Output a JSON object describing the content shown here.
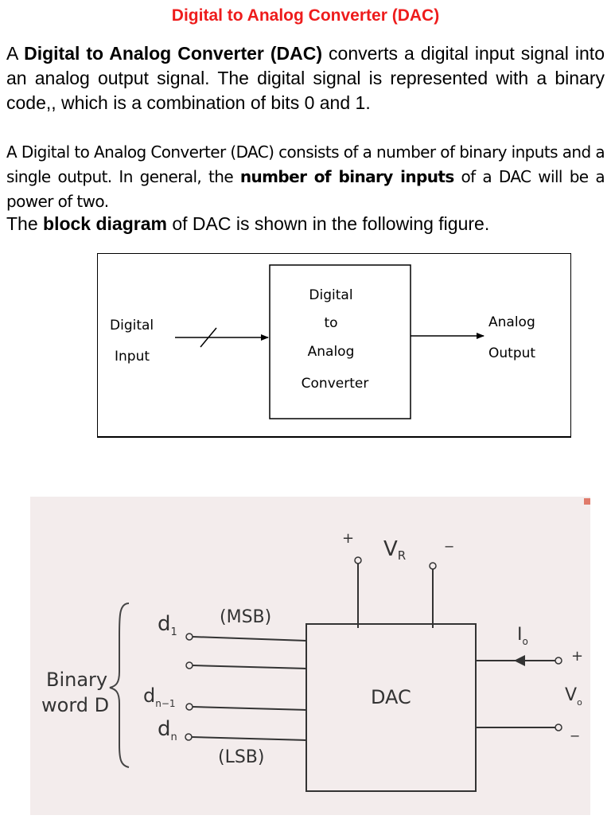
{
  "title": "Digital to Analog Converter (DAC)",
  "para1": {
    "t1": "A ",
    "b1": "Digital to Analog Converter (DAC)",
    "t2": " converts a digital input signal into an analog output signal. The digital signal is represented with a binary code,, which is a combination of bits 0 and 1."
  },
  "para2": {
    "t1": "A Digital to Analog Converter (DAC) consists of a number of binary inputs and a single output. In general, the ",
    "b1": "number of binary inputs",
    "t2": " of a DAC will be a power of  two."
  },
  "para3": {
    "t1": "The ",
    "b1": "block diagram",
    "t2": " of DAC is shown in the following figure."
  },
  "block_diagram": {
    "input_line1": "Digital",
    "input_line2": "Input",
    "box_line1": "Digital",
    "box_line2": "to",
    "box_line3": "Analog",
    "box_line4": "Converter",
    "output_line1": "Analog",
    "output_line2": "Output"
  },
  "dac_diagram": {
    "plus_ref": "+",
    "vref": "V",
    "vref_sub": "R",
    "minus_ref": "−",
    "binary_line1": "Binary",
    "binary_line2": "word D",
    "d1": "d",
    "d1_sub": "1",
    "dn1": "d",
    "dn1_sub": "n−1",
    "dn": "d",
    "dn_sub": "n",
    "msb": "(MSB)",
    "lsb": "(LSB)",
    "box_label": "DAC",
    "io": "I",
    "io_sub": "o",
    "plus_out": "+",
    "vo": "V",
    "vo_sub": "o",
    "minus_out": "−"
  }
}
